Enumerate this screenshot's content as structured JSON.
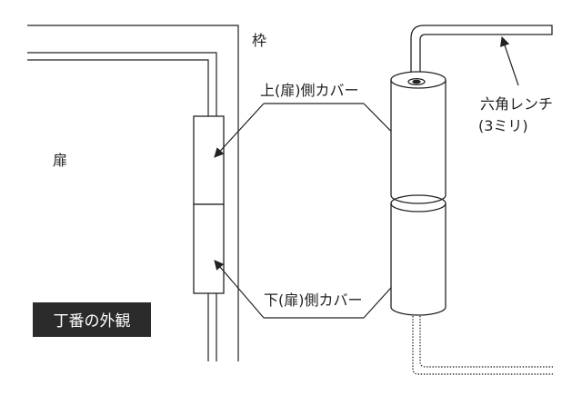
{
  "labels": {
    "door": "扉",
    "frame": "枠",
    "upper_cover": "上(扉)側カバー",
    "lower_cover": "下(扉)側カバー",
    "wrench_line1": "六角レンチ",
    "wrench_line2": "(3ミリ)",
    "caption": "丁番の外観"
  },
  "colors": {
    "stroke": "#222222",
    "caption_bg": "#2b2b2b",
    "caption_text": "#ffffff",
    "background": "#ffffff"
  }
}
